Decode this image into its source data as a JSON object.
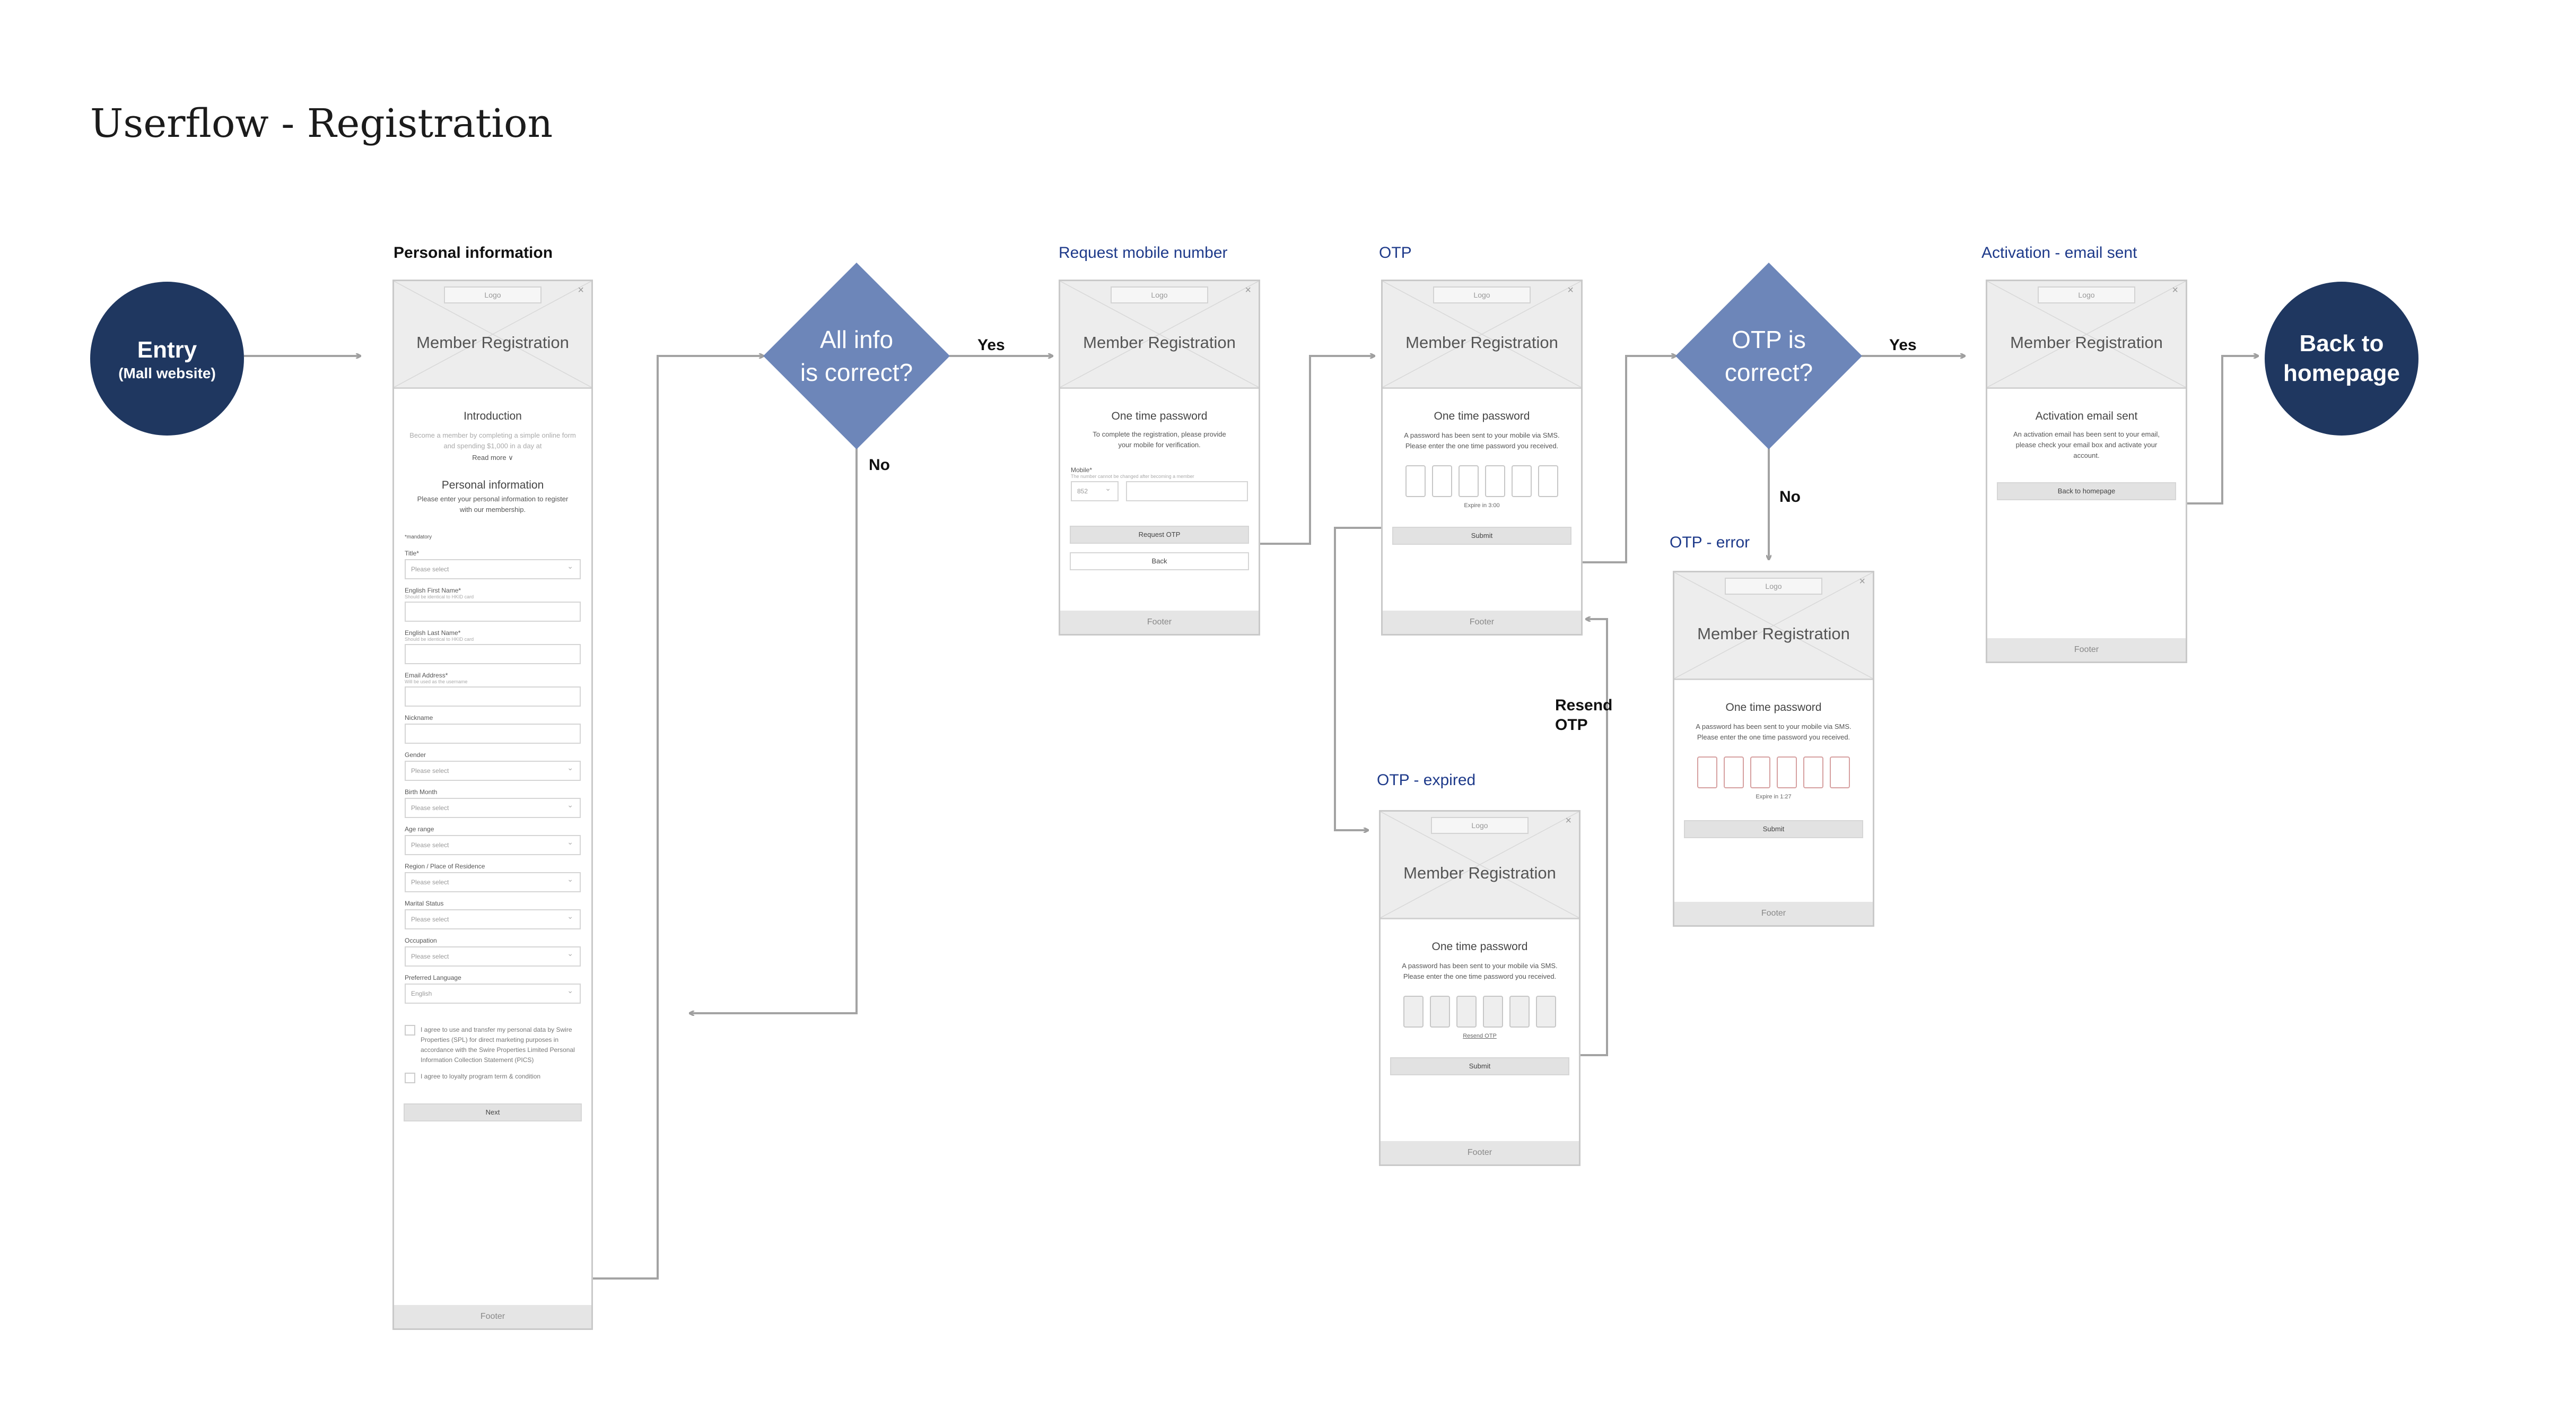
{
  "title": "Userflow - Registration",
  "nodes": {
    "entry": {
      "title": "Entry",
      "subtitle": "(Mall website)"
    },
    "back_home": {
      "line1": "Back to",
      "line2": "homepage"
    },
    "decision_info": {
      "line1": "All info",
      "line2": "is correct?"
    },
    "decision_otp": {
      "line1": "OTP is",
      "line2": "correct?"
    }
  },
  "edge_labels": {
    "yes_1": "Yes",
    "no_1": "No",
    "yes_2": "Yes",
    "no_2": "No",
    "resend_1": "Resend",
    "resend_2": "OTP"
  },
  "captions": {
    "personal_info": "Personal information",
    "request_mobile": "Request mobile number",
    "otp": "OTP",
    "activation": "Activation - email sent",
    "otp_error": "OTP - error",
    "otp_expired": "OTP - expired"
  },
  "common": {
    "logo": "Logo",
    "close": "×",
    "heading": "Member Registration",
    "footer": "Footer"
  },
  "personal_screen": {
    "intro_title": "Introduction",
    "intro_text": "Become a member by completing a simple online form and spending $1,000 in a day at",
    "read_more": "Read more ∨",
    "section_title": "Personal information",
    "section_text": "Please enter your personal information to register with our membership.",
    "mandatory": "*mandatory",
    "fields": [
      {
        "label": "Title*",
        "kind": "select",
        "value": "Please select"
      },
      {
        "label": "English First Name*",
        "hint": "Should be identical to HKID card",
        "kind": "input"
      },
      {
        "label": "English Last Name*",
        "hint": "Should be identical to HKID card",
        "kind": "input"
      },
      {
        "label": "Email Address*",
        "hint": "Will be used as the username",
        "kind": "input"
      },
      {
        "label": "Nickname",
        "kind": "input"
      },
      {
        "label": "Gender",
        "kind": "select",
        "value": "Please select"
      },
      {
        "label": "Birth Month",
        "kind": "select",
        "value": "Please select"
      },
      {
        "label": "Age range",
        "kind": "select",
        "value": "Please select"
      },
      {
        "label": "Region / Place of Residence",
        "kind": "select",
        "value": "Please select"
      },
      {
        "label": "Marital Status",
        "kind": "select",
        "value": "Please select"
      },
      {
        "label": "Occupation",
        "kind": "select",
        "value": "Please select"
      },
      {
        "label": "Preferred Language",
        "kind": "select",
        "value": "English"
      }
    ],
    "consent1": "I agree to use and transfer my personal data by Swire Properties (SPL) for direct marketing purposes in accordance with the Swire Properties Limited Personal Information Collection Statement (PICS)",
    "consent2": "I agree to loyalty program term & condition",
    "next": "Next"
  },
  "mobile_screen": {
    "sub": "One time password",
    "desc": "To complete the registration, please provide your mobile for verification.",
    "mobile_label": "Mobile*",
    "mobile_hint": "The number cannot be changed after becoming a member",
    "code": "852",
    "request": "Request OTP",
    "back": "Back"
  },
  "otp_screen": {
    "sub": "One time password",
    "desc": "A password has been sent to your mobile via SMS. Please enter the one time password you received.",
    "expire_main": "Expire in 3:00",
    "expire_error": "Expire in 1:27",
    "resend": "Resend OTP",
    "submit": "Submit"
  },
  "activation_screen": {
    "sub": "Activation email sent",
    "desc": "An activation email has been sent to your email, please check your email box and activate your account.",
    "back": "Back to homepage"
  }
}
